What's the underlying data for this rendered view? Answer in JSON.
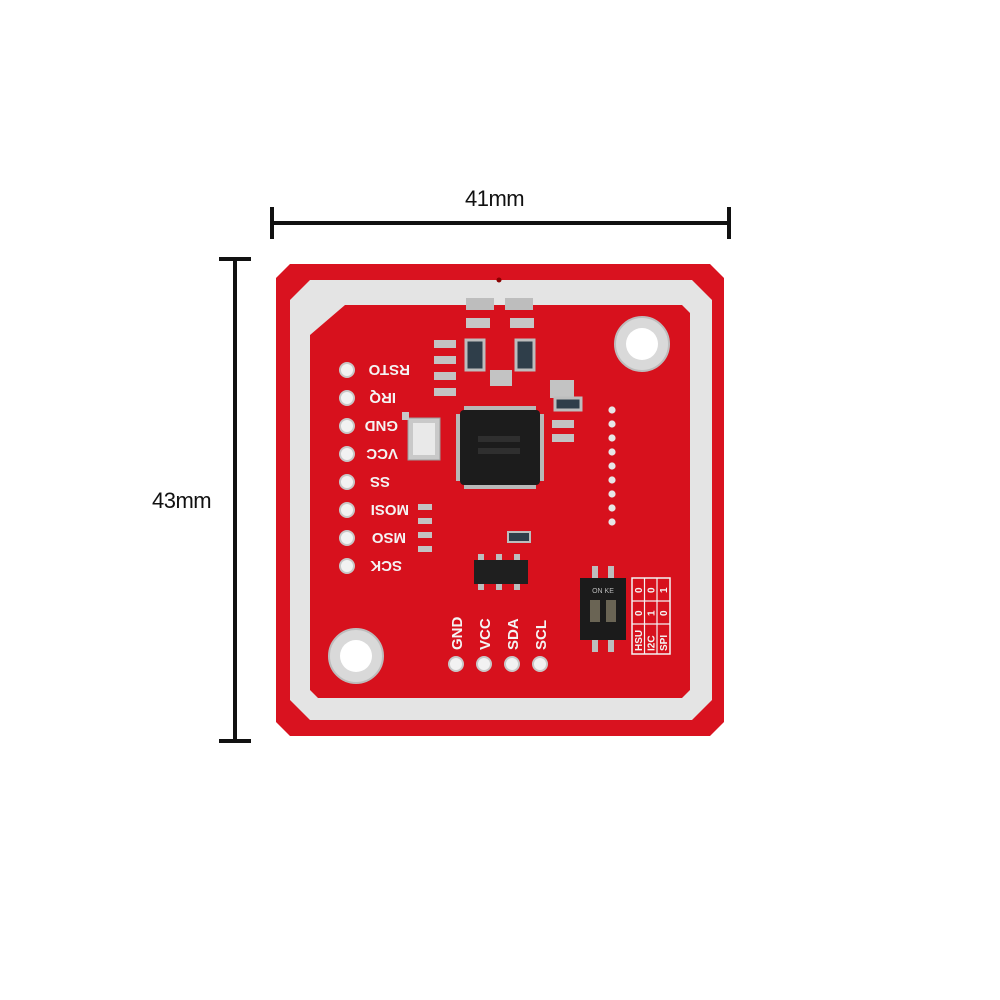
{
  "dimensions": {
    "width_label": "41mm",
    "height_label": "43mm"
  },
  "board": {
    "color": "#d9121f",
    "antenna_color": "#e4e4e4",
    "left_pins": [
      "RSTO",
      "IRQ",
      "GND",
      "VCC",
      "SS",
      "MOSI",
      "MSO",
      "SCK"
    ],
    "bottom_pins": [
      "GND",
      "VCC",
      "SDA",
      "SCL"
    ],
    "mode_table": {
      "rows": [
        [
          "HSU",
          "0",
          "0"
        ],
        [
          "I2C",
          "1",
          "0"
        ],
        [
          "SPI",
          "0",
          "1"
        ]
      ]
    },
    "switch_label": "ON KE"
  }
}
